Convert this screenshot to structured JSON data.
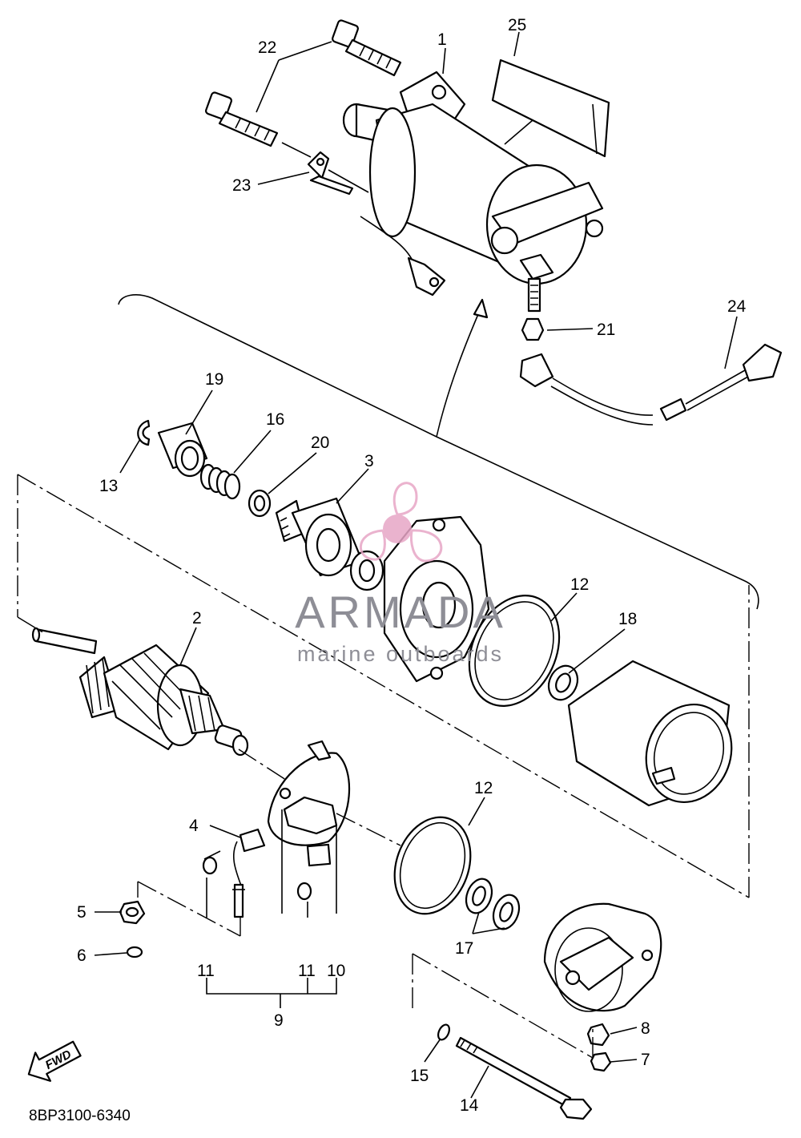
{
  "diagram": {
    "part_code": "8BP3100-6340",
    "fwd_label": "FWD",
    "watermark": {
      "brand": "ARMADA",
      "tagline": "marine outboards",
      "accent_color": "#e7a6c6",
      "text_color": "#8e8e96"
    },
    "callouts": {
      "c1": "1",
      "c2": "2",
      "c3": "3",
      "c4": "4",
      "c5": "5",
      "c6": "6",
      "c7": "7",
      "c8": "8",
      "c9": "9",
      "c10": "10",
      "c11a": "11",
      "c11b": "11",
      "c12a": "12",
      "c12b": "12",
      "c13": "13",
      "c14": "14",
      "c15": "15",
      "c16": "16",
      "c17": "17",
      "c18": "18",
      "c19": "19",
      "c20": "20",
      "c21": "21",
      "c22": "22",
      "c23": "23",
      "c24": "24",
      "c25": "25"
    }
  }
}
